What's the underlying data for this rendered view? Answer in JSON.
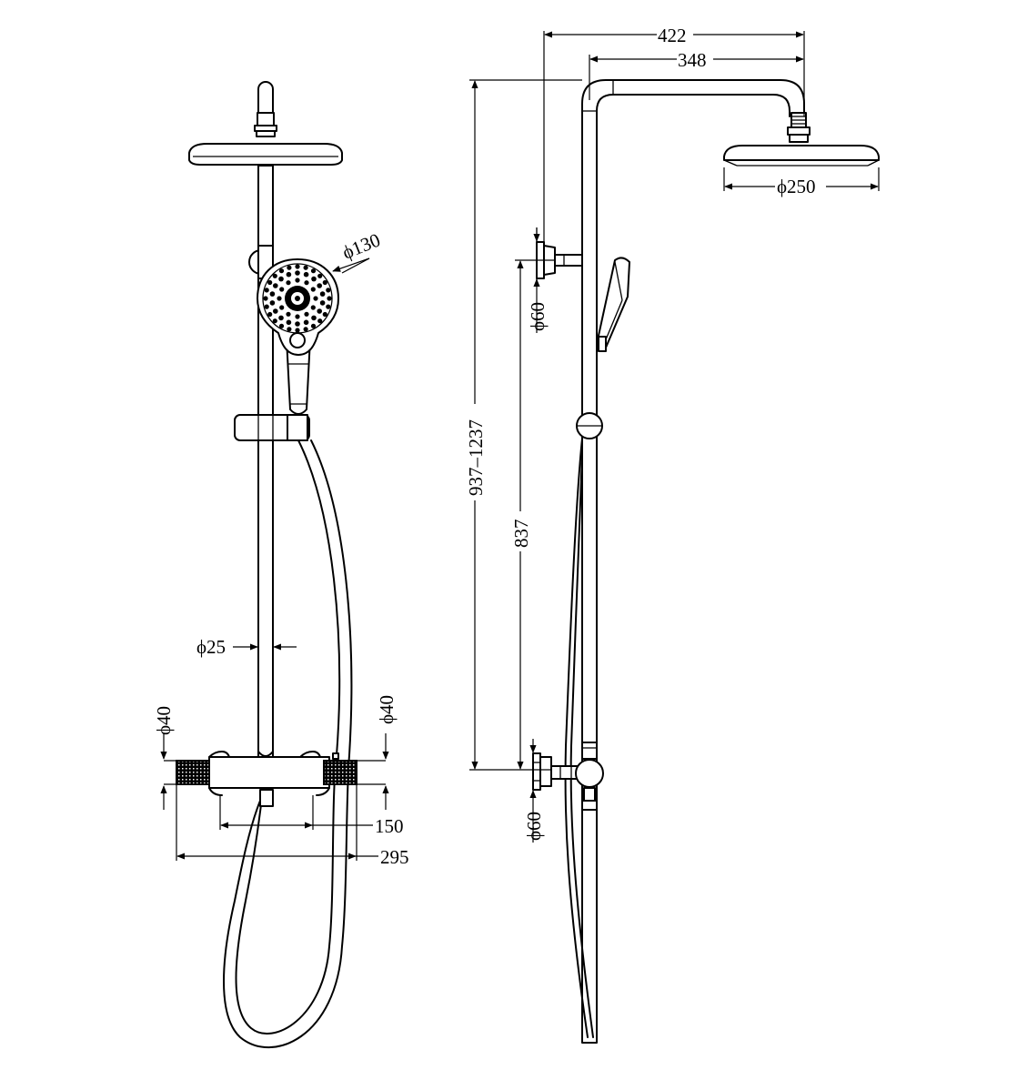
{
  "dimensions": {
    "front": {
      "hand_shower_diameter": "ϕ130",
      "rail_diameter": "ϕ25",
      "mixer_left_diameter": "ϕ40",
      "mixer_right_diameter": "ϕ40",
      "outlet_spacing": "150",
      "mixer_width": "295"
    },
    "side": {
      "overall_projection": "422",
      "arm_projection": "348",
      "overhead_diameter": "ϕ250",
      "top_bracket_diameter": "ϕ60",
      "bottom_bracket_diameter": "ϕ60",
      "height_range": "937–1237",
      "fixing_centres": "837"
    }
  },
  "colors": {
    "line": "#000000",
    "background": "#ffffff"
  }
}
